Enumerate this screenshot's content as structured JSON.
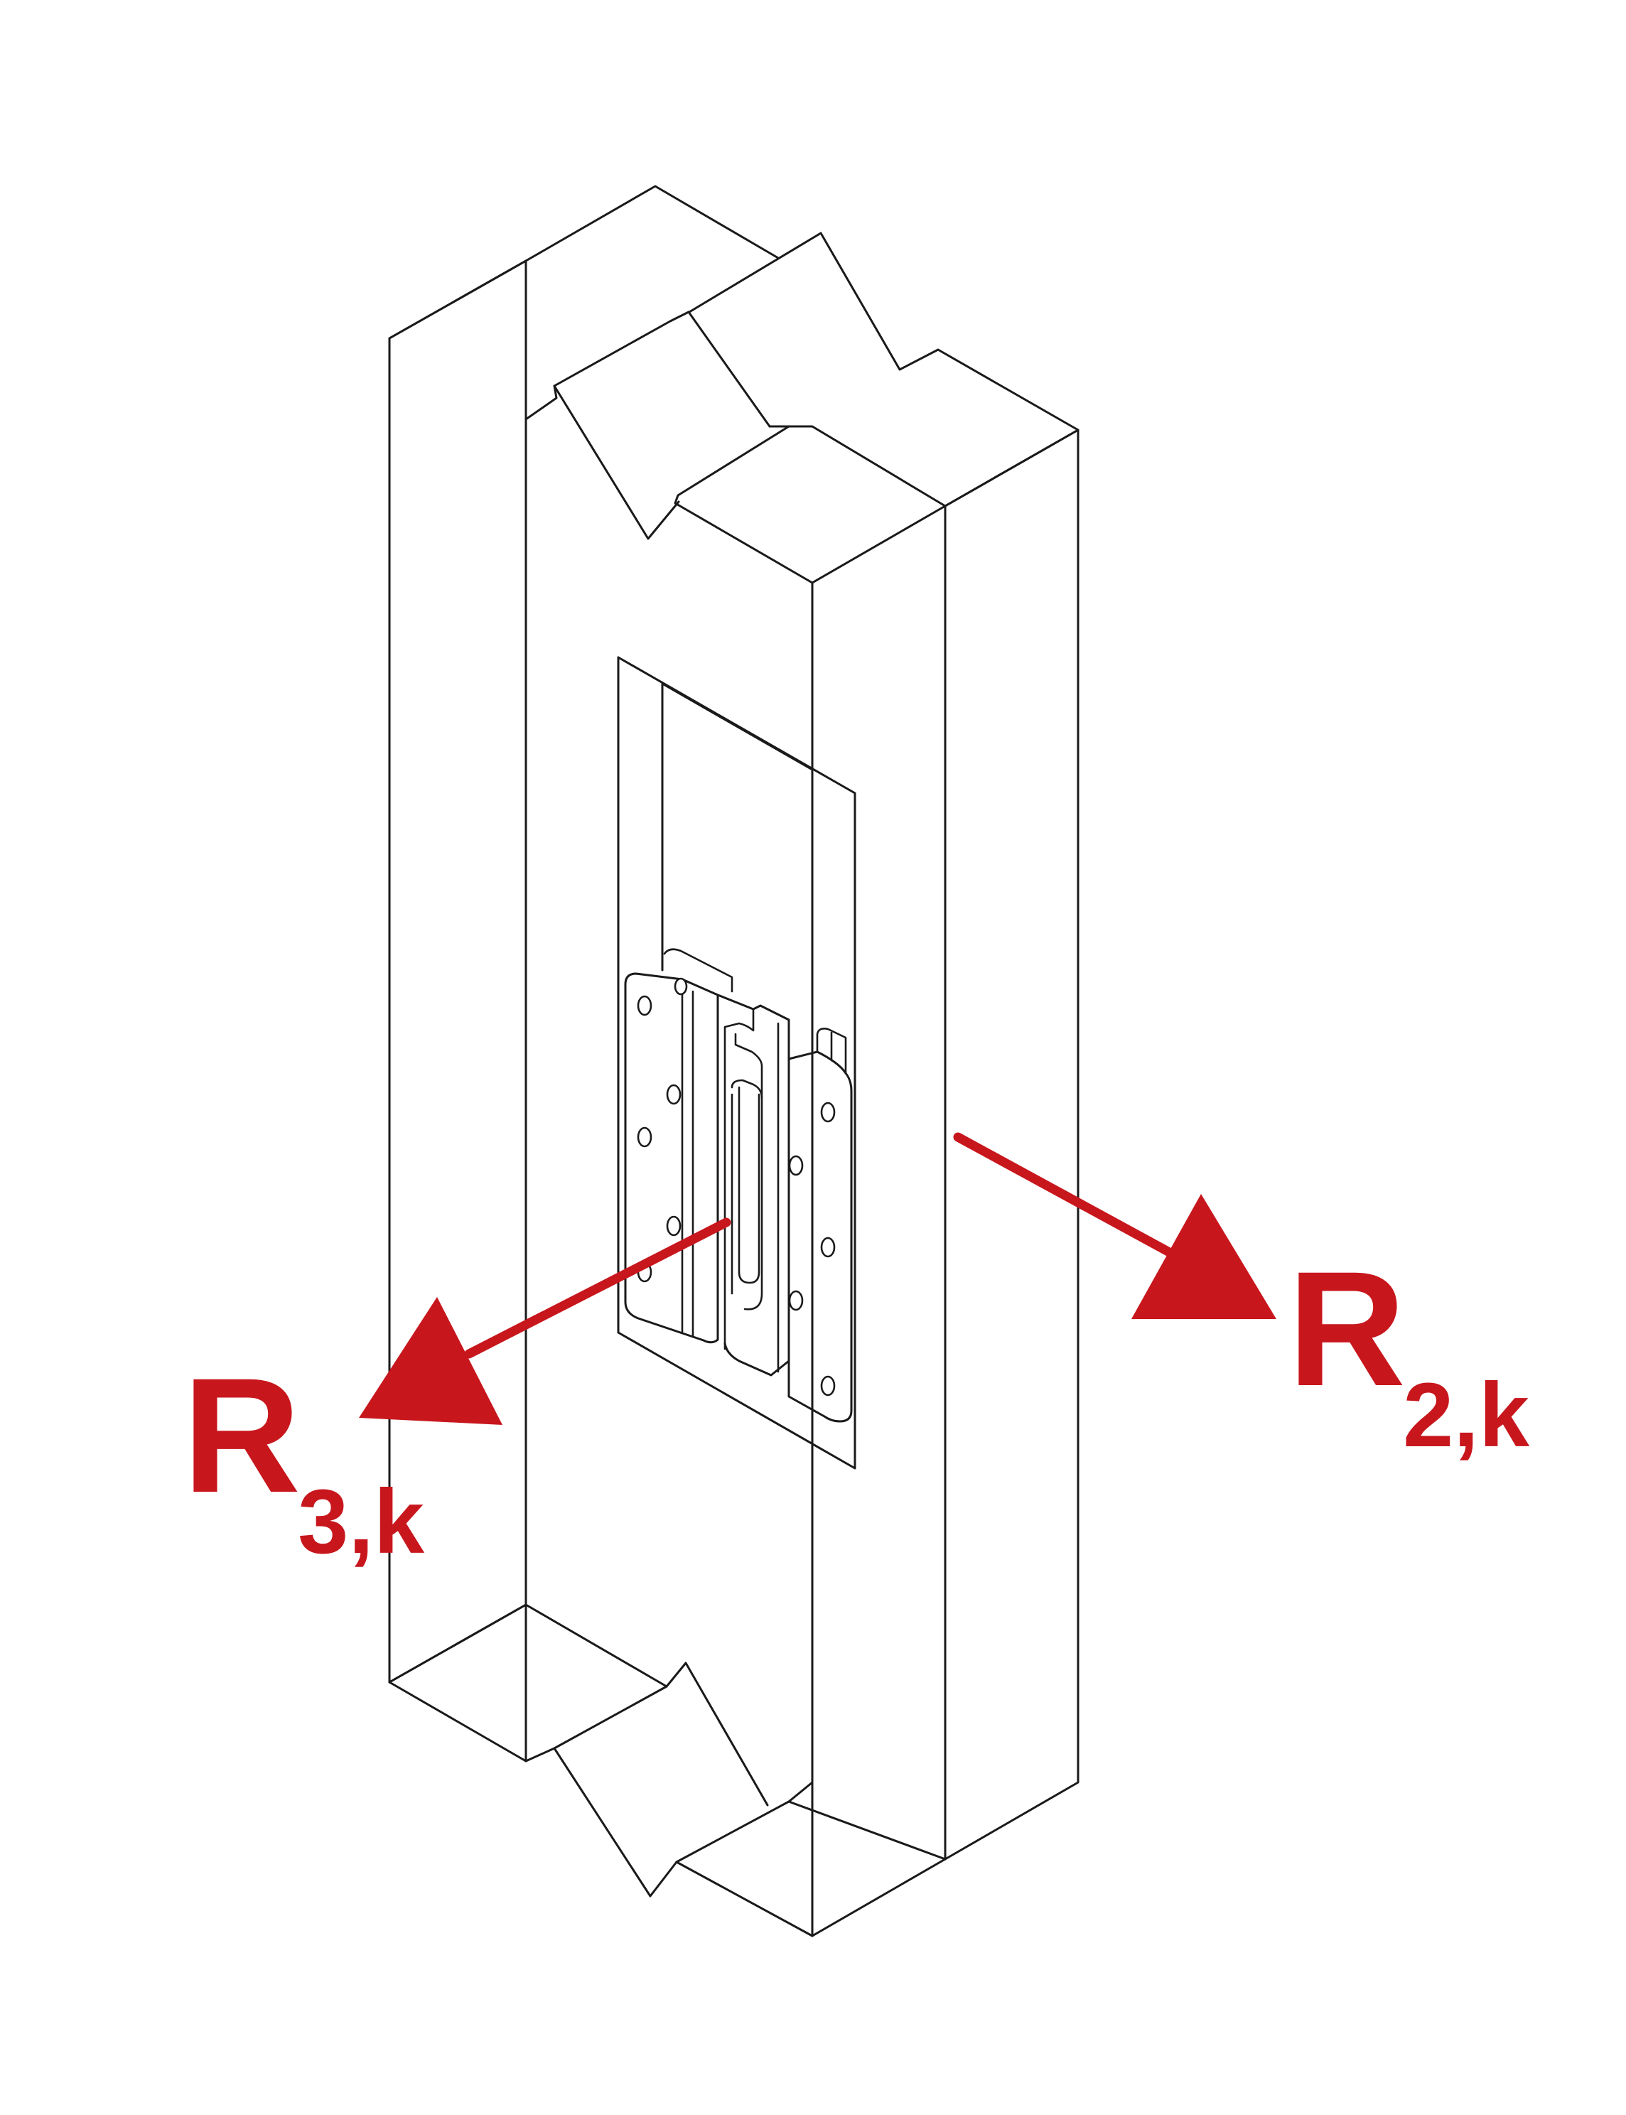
{
  "force_color": "#c8161d",
  "line_color": "#1a1a1a",
  "labels": {
    "r3": {
      "main": "R",
      "sub": "3,k"
    },
    "r2": {
      "main": "R",
      "sub": "2,k"
    }
  }
}
